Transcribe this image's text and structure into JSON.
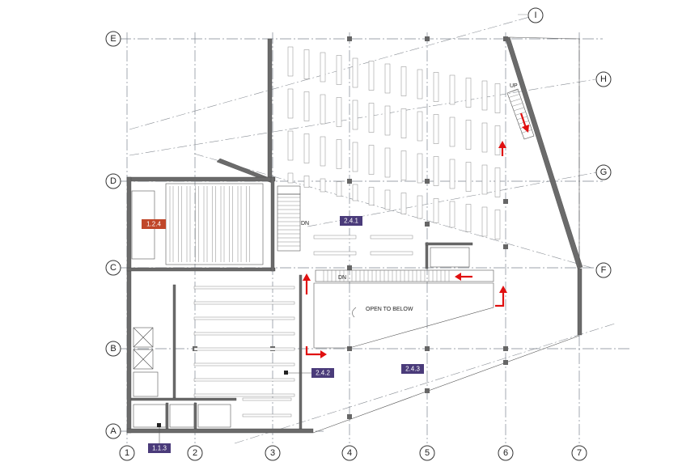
{
  "grid_labels": {
    "columns": [
      "1",
      "2",
      "3",
      "4",
      "5",
      "6",
      "7"
    ],
    "rows_left": [
      "E",
      "D",
      "C",
      "B",
      "A"
    ],
    "rows_right": [
      "I",
      "H",
      "G",
      "F"
    ]
  },
  "room_tags": {
    "r124": {
      "label": "1.2.4",
      "color": "#c0472a"
    },
    "r241": {
      "label": "2.4.1",
      "color": "#4a3b7a"
    },
    "r242": {
      "label": "2.4.2",
      "color": "#4a3b7a"
    },
    "r243": {
      "label": "2.4.3",
      "color": "#4a3b7a"
    },
    "r113": {
      "label": "1.1.3",
      "color": "#4a3b7a"
    }
  },
  "annotations": {
    "open_to_below": "OPEN TO BELOW",
    "up": "UP",
    "dn_stair_top": "DN",
    "dn_stair_mid": "DN"
  },
  "colors": {
    "wall": "#6b6b6b",
    "grid": "#7d8590",
    "circulation_arrow": "#e01010"
  }
}
